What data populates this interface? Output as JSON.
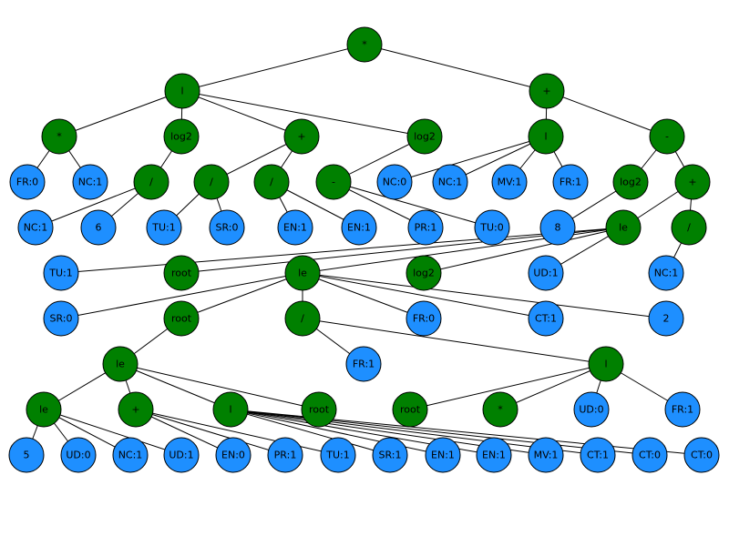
{
  "colors": {
    "operator": "#008000",
    "leaf": "#1e8fff"
  },
  "nodes": [
    {
      "id": "n1",
      "label": "*",
      "type": "operator"
    },
    {
      "id": "n2",
      "label": "l",
      "type": "operator"
    },
    {
      "id": "n3",
      "label": "+",
      "type": "operator"
    },
    {
      "id": "n4",
      "label": "*",
      "type": "operator"
    },
    {
      "id": "n5",
      "label": "log2",
      "type": "operator"
    },
    {
      "id": "n6",
      "label": "+",
      "type": "operator"
    },
    {
      "id": "n7",
      "label": "log2",
      "type": "operator"
    },
    {
      "id": "n8",
      "label": "l",
      "type": "operator"
    },
    {
      "id": "n9",
      "label": "-",
      "type": "operator"
    },
    {
      "id": "n10",
      "label": "FR:0",
      "type": "leaf"
    },
    {
      "id": "n11",
      "label": "NC:1",
      "type": "leaf"
    },
    {
      "id": "n12",
      "label": "/",
      "type": "operator"
    },
    {
      "id": "n13",
      "label": "/",
      "type": "operator"
    },
    {
      "id": "n14",
      "label": "/",
      "type": "operator"
    },
    {
      "id": "n15",
      "label": "-",
      "type": "operator"
    },
    {
      "id": "n16",
      "label": "NC:0",
      "type": "leaf"
    },
    {
      "id": "n17",
      "label": "NC:1",
      "type": "leaf"
    },
    {
      "id": "n18",
      "label": "MV:1",
      "type": "leaf"
    },
    {
      "id": "n19",
      "label": "FR:1",
      "type": "leaf"
    },
    {
      "id": "n20",
      "label": "log2",
      "type": "operator"
    },
    {
      "id": "n21",
      "label": "+",
      "type": "operator"
    },
    {
      "id": "n22",
      "label": "NC:1",
      "type": "leaf"
    },
    {
      "id": "n23",
      "label": "6",
      "type": "leaf"
    },
    {
      "id": "n24",
      "label": "TU:1",
      "type": "leaf"
    },
    {
      "id": "n25",
      "label": "SR:0",
      "type": "leaf"
    },
    {
      "id": "n26",
      "label": "EN:1",
      "type": "leaf"
    },
    {
      "id": "n27",
      "label": "EN:1",
      "type": "leaf"
    },
    {
      "id": "n28",
      "label": "PR:1",
      "type": "leaf"
    },
    {
      "id": "n29",
      "label": "TU:0",
      "type": "leaf"
    },
    {
      "id": "n30",
      "label": "8",
      "type": "leaf"
    },
    {
      "id": "n31",
      "label": "le",
      "type": "operator"
    },
    {
      "id": "n32",
      "label": "/",
      "type": "operator"
    },
    {
      "id": "n33",
      "label": "TU:1",
      "type": "leaf"
    },
    {
      "id": "n34",
      "label": "root",
      "type": "operator"
    },
    {
      "id": "n35",
      "label": "le",
      "type": "operator"
    },
    {
      "id": "n36",
      "label": "log2",
      "type": "operator"
    },
    {
      "id": "n37",
      "label": "UD:1",
      "type": "leaf"
    },
    {
      "id": "n38",
      "label": "NC:1",
      "type": "leaf"
    },
    {
      "id": "n39",
      "label": "SR:0",
      "type": "leaf"
    },
    {
      "id": "n40",
      "label": "root",
      "type": "operator"
    },
    {
      "id": "n41",
      "label": "/",
      "type": "operator"
    },
    {
      "id": "n42",
      "label": "FR:0",
      "type": "leaf"
    },
    {
      "id": "n43",
      "label": "CT:1",
      "type": "leaf"
    },
    {
      "id": "n44",
      "label": "2",
      "type": "leaf"
    },
    {
      "id": "n45",
      "label": "le",
      "type": "operator"
    },
    {
      "id": "n46",
      "label": "FR:1",
      "type": "leaf"
    },
    {
      "id": "n47",
      "label": "l",
      "type": "operator"
    },
    {
      "id": "n48",
      "label": "le",
      "type": "operator"
    },
    {
      "id": "n49",
      "label": "+",
      "type": "operator"
    },
    {
      "id": "n50",
      "label": "l",
      "type": "operator"
    },
    {
      "id": "n51",
      "label": "root",
      "type": "operator"
    },
    {
      "id": "n52",
      "label": "root",
      "type": "operator"
    },
    {
      "id": "n53",
      "label": "*",
      "type": "operator"
    },
    {
      "id": "n54",
      "label": "UD:0",
      "type": "leaf"
    },
    {
      "id": "n55",
      "label": "FR:1",
      "type": "leaf"
    },
    {
      "id": "n56",
      "label": "5",
      "type": "leaf"
    },
    {
      "id": "n57",
      "label": "UD:0",
      "type": "leaf"
    },
    {
      "id": "n58",
      "label": "NC:1",
      "type": "leaf"
    },
    {
      "id": "n59",
      "label": "UD:1",
      "type": "leaf"
    },
    {
      "id": "n60",
      "label": "EN:0",
      "type": "leaf"
    },
    {
      "id": "n61",
      "label": "PR:1",
      "type": "leaf"
    },
    {
      "id": "n62",
      "label": "TU:1",
      "type": "leaf"
    },
    {
      "id": "n63",
      "label": "SR:1",
      "type": "leaf"
    },
    {
      "id": "n64",
      "label": "EN:1",
      "type": "leaf"
    },
    {
      "id": "n65",
      "label": "EN:1",
      "type": "leaf"
    },
    {
      "id": "n66",
      "label": "MV:1",
      "type": "leaf"
    },
    {
      "id": "n67",
      "label": "CT:1",
      "type": "leaf"
    },
    {
      "id": "n68",
      "label": "CT:0",
      "type": "leaf"
    },
    {
      "id": "n69",
      "label": "CT:0",
      "type": "leaf"
    }
  ],
  "edges": [
    [
      "n1",
      "n2"
    ],
    [
      "n1",
      "n3"
    ],
    [
      "n2",
      "n4"
    ],
    [
      "n2",
      "n5"
    ],
    [
      "n2",
      "n6"
    ],
    [
      "n2",
      "n7"
    ],
    [
      "n3",
      "n8"
    ],
    [
      "n3",
      "n9"
    ],
    [
      "n4",
      "n10"
    ],
    [
      "n4",
      "n11"
    ],
    [
      "n5",
      "n12"
    ],
    [
      "n6",
      "n13"
    ],
    [
      "n6",
      "n14"
    ],
    [
      "n7",
      "n15"
    ],
    [
      "n8",
      "n16"
    ],
    [
      "n8",
      "n17"
    ],
    [
      "n8",
      "n18"
    ],
    [
      "n8",
      "n19"
    ],
    [
      "n9",
      "n20"
    ],
    [
      "n9",
      "n21"
    ],
    [
      "n12",
      "n22"
    ],
    [
      "n12",
      "n23"
    ],
    [
      "n13",
      "n24"
    ],
    [
      "n13",
      "n25"
    ],
    [
      "n14",
      "n26"
    ],
    [
      "n14",
      "n27"
    ],
    [
      "n15",
      "n28"
    ],
    [
      "n15",
      "n29"
    ],
    [
      "n20",
      "n30"
    ],
    [
      "n21",
      "n31"
    ],
    [
      "n21",
      "n32"
    ],
    [
      "n31",
      "n33"
    ],
    [
      "n31",
      "n34"
    ],
    [
      "n31",
      "n35"
    ],
    [
      "n31",
      "n36"
    ],
    [
      "n31",
      "n37"
    ],
    [
      "n32",
      "n38"
    ],
    [
      "n35",
      "n39"
    ],
    [
      "n35",
      "n40"
    ],
    [
      "n35",
      "n41"
    ],
    [
      "n35",
      "n42"
    ],
    [
      "n35",
      "n43"
    ],
    [
      "n35",
      "n44"
    ],
    [
      "n40",
      "n45"
    ],
    [
      "n41",
      "n46"
    ],
    [
      "n41",
      "n47"
    ],
    [
      "n45",
      "n48"
    ],
    [
      "n45",
      "n49"
    ],
    [
      "n45",
      "n50"
    ],
    [
      "n45",
      "n51"
    ],
    [
      "n47",
      "n52"
    ],
    [
      "n47",
      "n53"
    ],
    [
      "n47",
      "n54"
    ],
    [
      "n47",
      "n55"
    ],
    [
      "n48",
      "n56"
    ],
    [
      "n48",
      "n57"
    ],
    [
      "n48",
      "n58"
    ],
    [
      "n48",
      "n59"
    ],
    [
      "n49",
      "n60"
    ],
    [
      "n49",
      "n61"
    ],
    [
      "n49",
      "n62"
    ],
    [
      "n50",
      "n63"
    ],
    [
      "n50",
      "n64"
    ],
    [
      "n50",
      "n65"
    ],
    [
      "n50",
      "n66"
    ],
    [
      "n50",
      "n67"
    ],
    [
      "n50",
      "n68"
    ],
    [
      "n50",
      "n69"
    ]
  ]
}
